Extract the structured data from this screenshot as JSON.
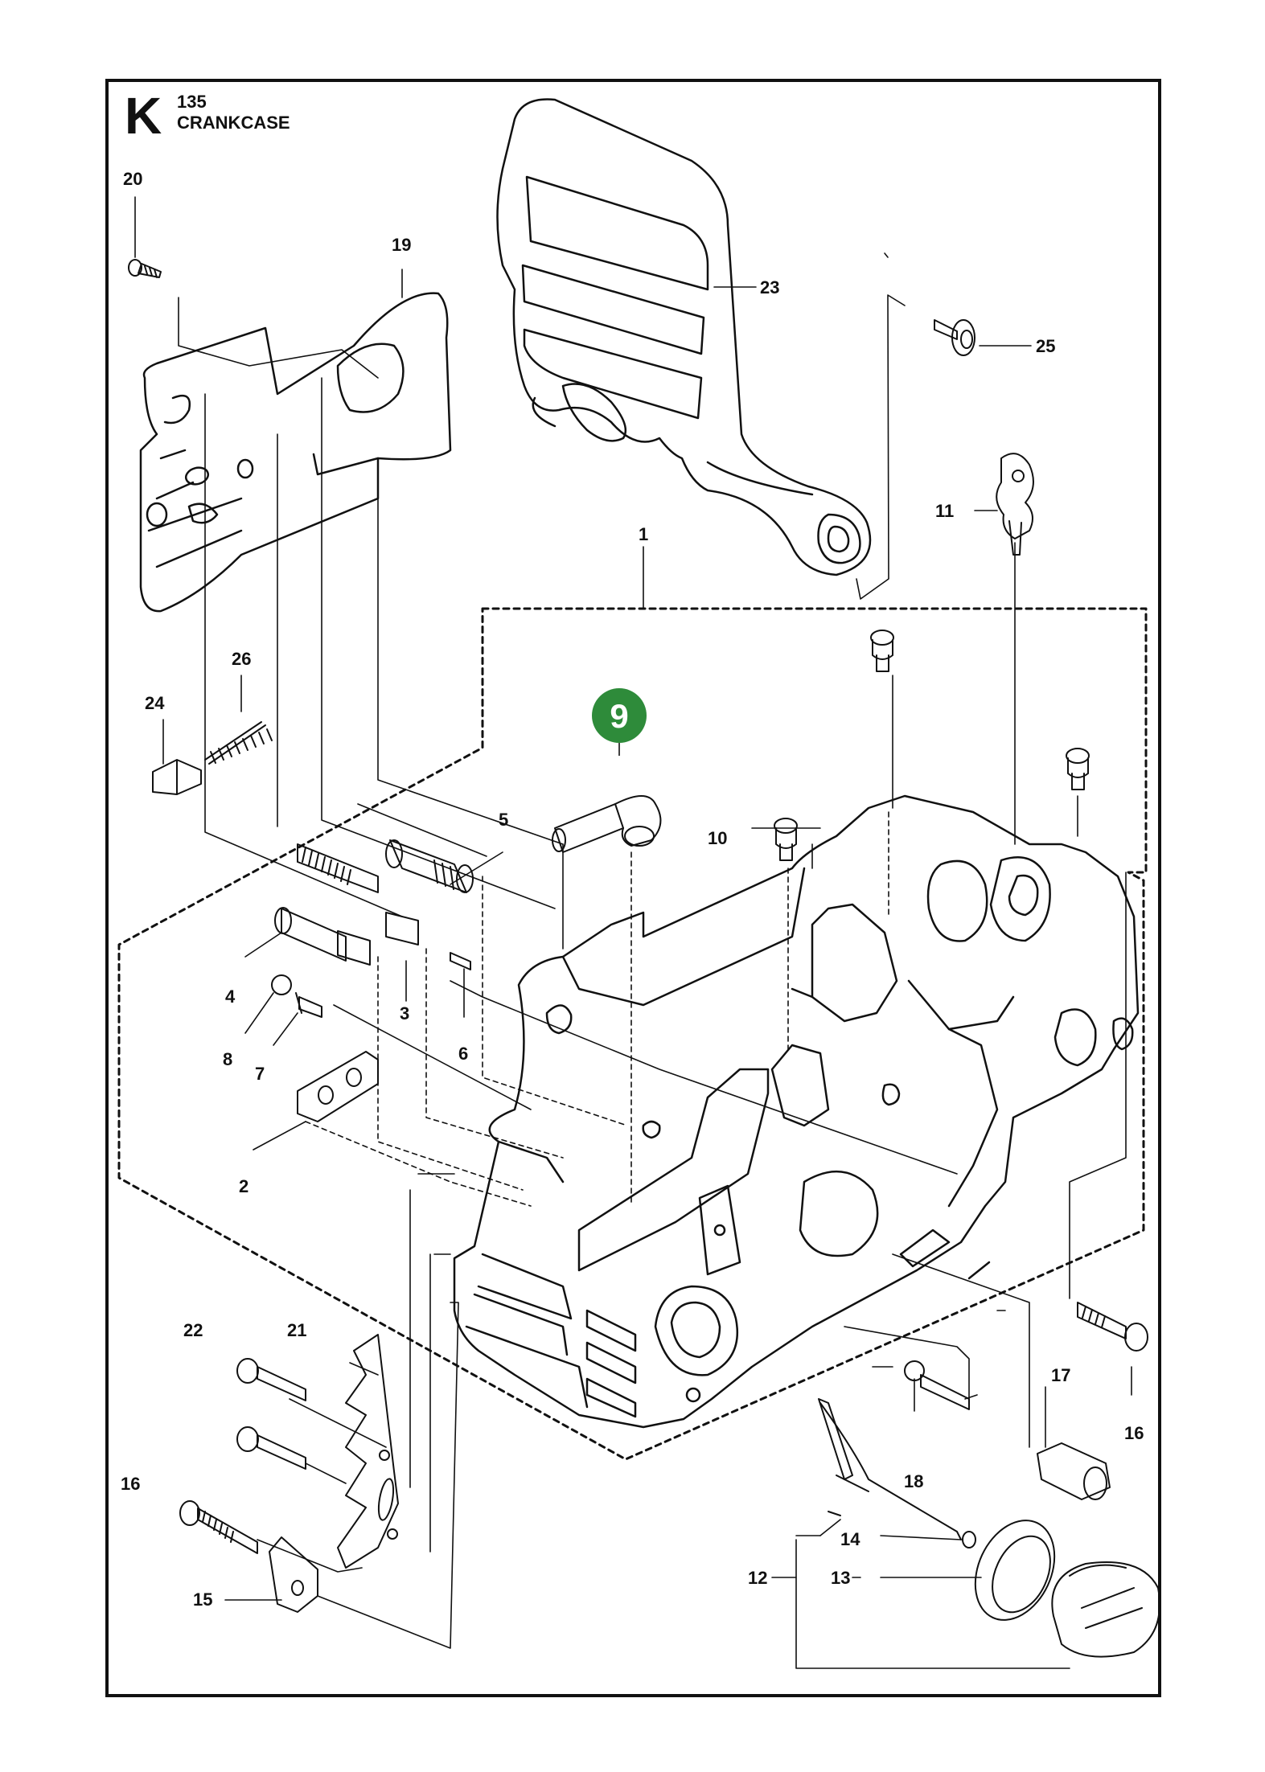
{
  "header": {
    "section_letter": "K",
    "section_number": "135",
    "section_title": "CRANKCASE"
  },
  "highlight": {
    "label": "9",
    "color": "#2e8b3a"
  },
  "colors": {
    "ink": "#111111",
    "background": "#ffffff"
  },
  "callouts": [
    {
      "id": "c20",
      "label": "20"
    },
    {
      "id": "c19",
      "label": "19"
    },
    {
      "id": "c23",
      "label": "23"
    },
    {
      "id": "c25",
      "label": "25"
    },
    {
      "id": "c11",
      "label": "11"
    },
    {
      "id": "c1",
      "label": "1"
    },
    {
      "id": "c26",
      "label": "26"
    },
    {
      "id": "c24",
      "label": "24"
    },
    {
      "id": "c5",
      "label": "5"
    },
    {
      "id": "c10",
      "label": "10"
    },
    {
      "id": "c4",
      "label": "4"
    },
    {
      "id": "c3",
      "label": "3"
    },
    {
      "id": "c8",
      "label": "8"
    },
    {
      "id": "c7",
      "label": "7"
    },
    {
      "id": "c6",
      "label": "6"
    },
    {
      "id": "c2",
      "label": "2"
    },
    {
      "id": "c22",
      "label": "22"
    },
    {
      "id": "c21",
      "label": "21"
    },
    {
      "id": "c17",
      "label": "17"
    },
    {
      "id": "c16a",
      "label": "16"
    },
    {
      "id": "c16b",
      "label": "16"
    },
    {
      "id": "c18",
      "label": "18"
    },
    {
      "id": "c14",
      "label": "14"
    },
    {
      "id": "c12",
      "label": "12"
    },
    {
      "id": "c13",
      "label": "13"
    },
    {
      "id": "c15",
      "label": "15"
    }
  ]
}
